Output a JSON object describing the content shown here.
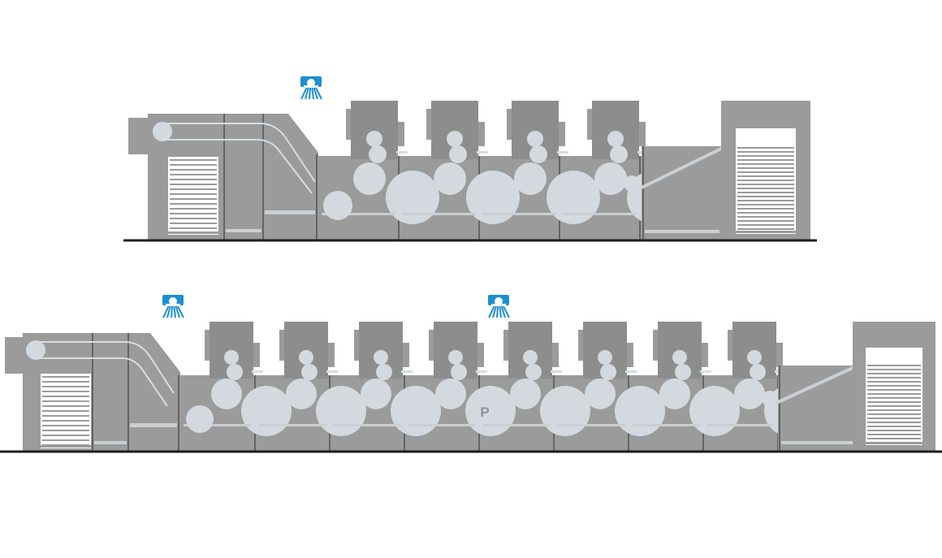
{
  "diagram": {
    "presses": [
      {
        "id": "upper",
        "printing_units": 4,
        "sensors": 1,
        "perfecting_unit": null
      },
      {
        "id": "lower",
        "printing_units": 8,
        "sensors": 2,
        "perfecting_unit": 5
      }
    ],
    "perfecting_label": "P",
    "sensor_icon": "inline-sensor-icon",
    "colors": {
      "machine": "#9b9b9b",
      "cylinders": "#d3d9de",
      "sensor": "#1e8fd2",
      "baseline": "#1f1f1f"
    }
  }
}
